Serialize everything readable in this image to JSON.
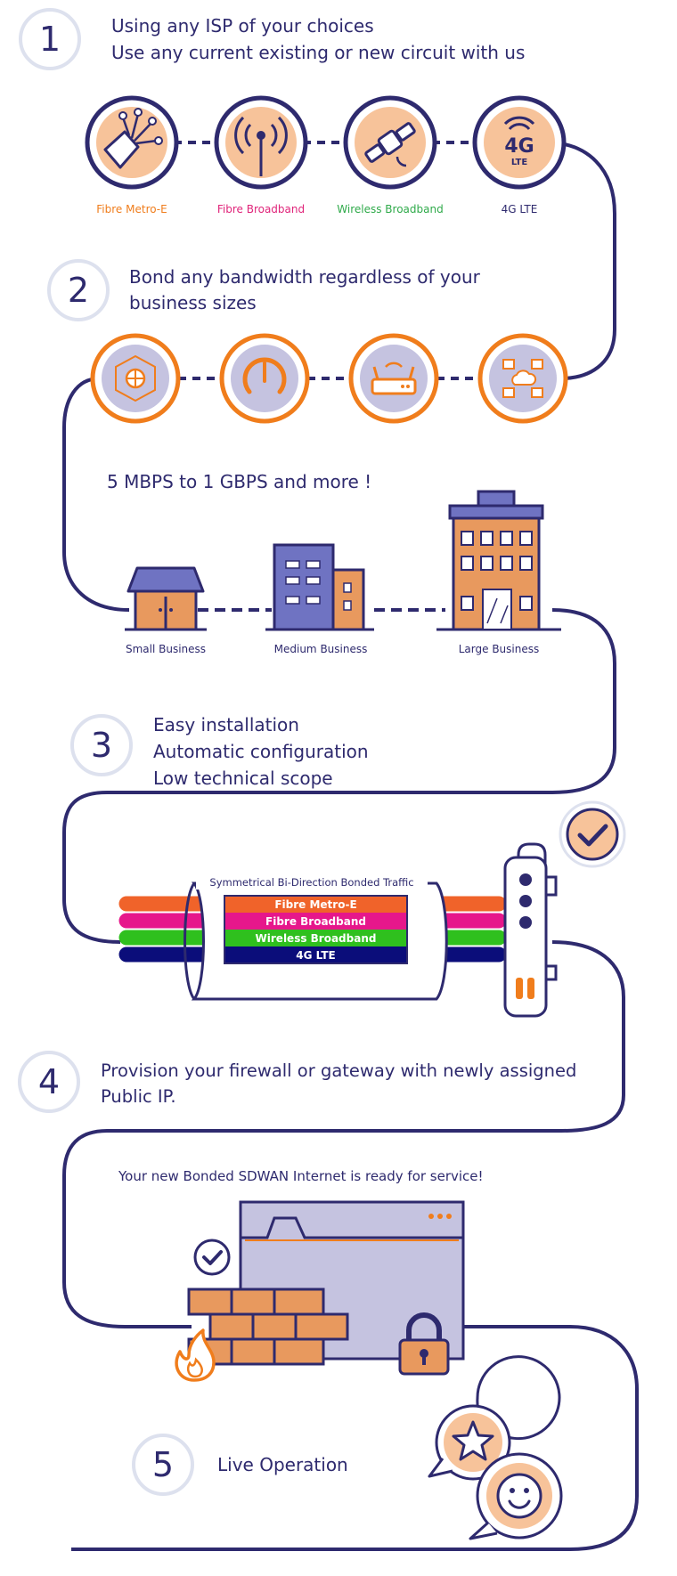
{
  "steps": [
    {
      "number": "1",
      "lines": [
        "Using any ISP of your choices",
        "Use any current existing or new circuit with us"
      ]
    },
    {
      "number": "2",
      "lines": [
        "Bond any bandwidth regardless of your",
        "business sizes"
      ]
    },
    {
      "number": "3",
      "lines": [
        "Easy installation",
        "Automatic configuration",
        "Low technical scope"
      ]
    },
    {
      "number": "4",
      "lines": [
        "Provision your firewall or gateway with newly assigned",
        "Public IP."
      ]
    },
    {
      "number": "5",
      "lines": [
        "Live Operation"
      ]
    }
  ],
  "connections": [
    {
      "label": "Fibre Metro-E",
      "icon": "fibre-optic-icon",
      "color": "#f07d1c"
    },
    {
      "label": "Fibre Broadband",
      "icon": "broadcast-antenna-icon",
      "color": "#e0247a"
    },
    {
      "label": "Wireless Broadband",
      "icon": "satellite-icon",
      "color": "#2faa4a"
    },
    {
      "label": "4G LTE",
      "icon": "4g-lte-icon",
      "color": "#2e2a6e",
      "icon_text": "4G",
      "icon_subtext": "LTE"
    }
  ],
  "bandwidth_text": "5 MBPS to 1 GBPS and more !",
  "businesses": [
    {
      "label": "Small Business",
      "icon": "small-shop-icon"
    },
    {
      "label": "Medium Business",
      "icon": "medium-building-icon"
    },
    {
      "label": "Large Business",
      "icon": "large-office-tower-icon"
    }
  ],
  "bonding": {
    "title": "Symmetrical Bi-Direction Bonded Traffic",
    "lanes": [
      {
        "label": "Fibre Metro-E",
        "color": "#f0632a"
      },
      {
        "label": "Fibre Broadband",
        "color": "#e6178b"
      },
      {
        "label": "Wireless Broadband",
        "color": "#2fc01e"
      },
      {
        "label": "4G LTE",
        "color": "#0b0d7a"
      }
    ]
  },
  "ready_text": "Your new Bonded SDWAN Internet is ready for service!",
  "colors": {
    "navy": "#2e2a6e",
    "orange": "#f07d1c",
    "peach": "#f7c39a",
    "lavender": "#c5c3e0",
    "brick": "#e8995e"
  }
}
